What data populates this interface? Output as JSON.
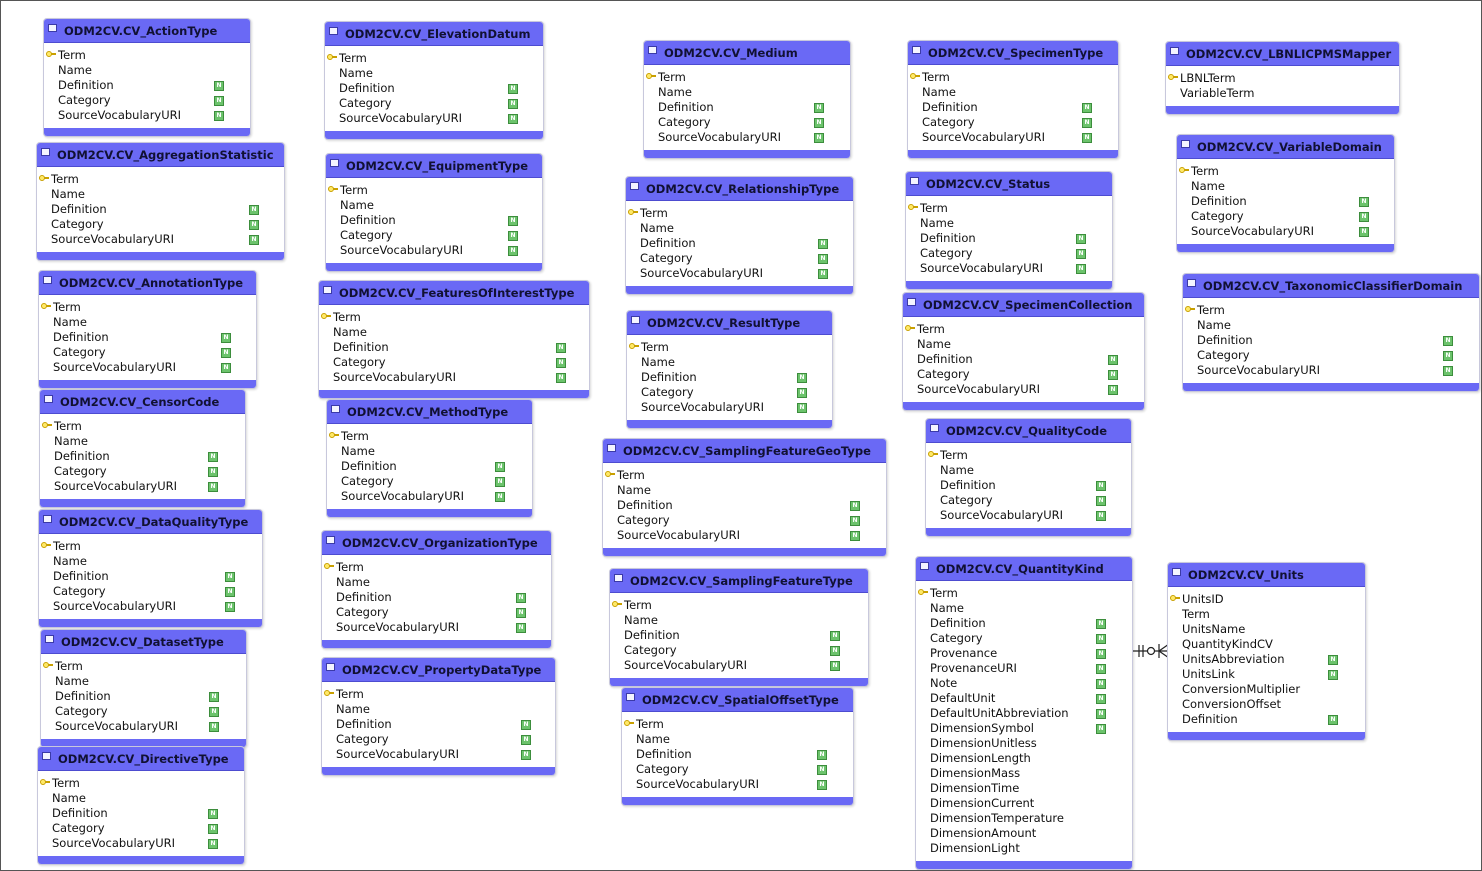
{
  "null_flag": "N",
  "tables": [
    {
      "name": "ODM2CV.CV_ActionType",
      "columns": [
        "Term",
        "Name",
        "Definition",
        "Category",
        "SourceVocabularyURI"
      ],
      "nullable": [
        false,
        false,
        true,
        true,
        true
      ]
    },
    {
      "name": "ODM2CV.CV_AggregationStatistic",
      "columns": [
        "Term",
        "Name",
        "Definition",
        "Category",
        "SourceVocabularyURI"
      ],
      "nullable": [
        false,
        false,
        true,
        true,
        true
      ]
    },
    {
      "name": "ODM2CV.CV_AnnotationType",
      "columns": [
        "Term",
        "Name",
        "Definition",
        "Category",
        "SourceVocabularyURI"
      ],
      "nullable": [
        false,
        false,
        true,
        true,
        true
      ]
    },
    {
      "name": "ODM2CV.CV_CensorCode",
      "columns": [
        "Term",
        "Name",
        "Definition",
        "Category",
        "SourceVocabularyURI"
      ],
      "nullable": [
        false,
        false,
        true,
        true,
        true
      ]
    },
    {
      "name": "ODM2CV.CV_DataQualityType",
      "columns": [
        "Term",
        "Name",
        "Definition",
        "Category",
        "SourceVocabularyURI"
      ],
      "nullable": [
        false,
        false,
        true,
        true,
        true
      ]
    },
    {
      "name": "ODM2CV.CV_DatasetType",
      "columns": [
        "Term",
        "Name",
        "Definition",
        "Category",
        "SourceVocabularyURI"
      ],
      "nullable": [
        false,
        false,
        true,
        true,
        true
      ]
    },
    {
      "name": "ODM2CV.CV_DirectiveType",
      "columns": [
        "Term",
        "Name",
        "Definition",
        "Category",
        "SourceVocabularyURI"
      ],
      "nullable": [
        false,
        false,
        true,
        true,
        true
      ]
    },
    {
      "name": "ODM2CV.CV_ElevationDatum",
      "columns": [
        "Term",
        "Name",
        "Definition",
        "Category",
        "SourceVocabularyURI"
      ],
      "nullable": [
        false,
        false,
        true,
        true,
        true
      ]
    },
    {
      "name": "ODM2CV.CV_EquipmentType",
      "columns": [
        "Term",
        "Name",
        "Definition",
        "Category",
        "SourceVocabularyURI"
      ],
      "nullable": [
        false,
        false,
        true,
        true,
        true
      ]
    },
    {
      "name": "ODM2CV.CV_FeaturesOfInterestType",
      "columns": [
        "Term",
        "Name",
        "Definition",
        "Category",
        "SourceVocabularyURI"
      ],
      "nullable": [
        false,
        false,
        true,
        true,
        true
      ]
    },
    {
      "name": "ODM2CV.CV_MethodType",
      "columns": [
        "Term",
        "Name",
        "Definition",
        "Category",
        "SourceVocabularyURI"
      ],
      "nullable": [
        false,
        false,
        true,
        true,
        true
      ]
    },
    {
      "name": "ODM2CV.CV_OrganizationType",
      "columns": [
        "Term",
        "Name",
        "Definition",
        "Category",
        "SourceVocabularyURI"
      ],
      "nullable": [
        false,
        false,
        true,
        true,
        true
      ]
    },
    {
      "name": "ODM2CV.CV_PropertyDataType",
      "columns": [
        "Term",
        "Name",
        "Definition",
        "Category",
        "SourceVocabularyURI"
      ],
      "nullable": [
        false,
        false,
        true,
        true,
        true
      ]
    },
    {
      "name": "ODM2CV.CV_Medium",
      "columns": [
        "Term",
        "Name",
        "Definition",
        "Category",
        "SourceVocabularyURI"
      ],
      "nullable": [
        false,
        false,
        true,
        true,
        true
      ]
    },
    {
      "name": "ODM2CV.CV_RelationshipType",
      "columns": [
        "Term",
        "Name",
        "Definition",
        "Category",
        "SourceVocabularyURI"
      ],
      "nullable": [
        false,
        false,
        true,
        true,
        true
      ]
    },
    {
      "name": "ODM2CV.CV_ResultType",
      "columns": [
        "Term",
        "Name",
        "Definition",
        "Category",
        "SourceVocabularyURI"
      ],
      "nullable": [
        false,
        false,
        true,
        true,
        true
      ]
    },
    {
      "name": "ODM2CV.CV_SamplingFeatureGeoType",
      "columns": [
        "Term",
        "Name",
        "Definition",
        "Category",
        "SourceVocabularyURI"
      ],
      "nullable": [
        false,
        false,
        true,
        true,
        true
      ]
    },
    {
      "name": "ODM2CV.CV_SamplingFeatureType",
      "columns": [
        "Term",
        "Name",
        "Definition",
        "Category",
        "SourceVocabularyURI"
      ],
      "nullable": [
        false,
        false,
        true,
        true,
        true
      ]
    },
    {
      "name": "ODM2CV.CV_SpatialOffsetType",
      "columns": [
        "Term",
        "Name",
        "Definition",
        "Category",
        "SourceVocabularyURI"
      ],
      "nullable": [
        false,
        false,
        true,
        true,
        true
      ]
    },
    {
      "name": "ODM2CV.CV_SpecimenType",
      "columns": [
        "Term",
        "Name",
        "Definition",
        "Category",
        "SourceVocabularyURI"
      ],
      "nullable": [
        false,
        false,
        true,
        true,
        true
      ]
    },
    {
      "name": "ODM2CV.CV_Status",
      "columns": [
        "Term",
        "Name",
        "Definition",
        "Category",
        "SourceVocabularyURI"
      ],
      "nullable": [
        false,
        false,
        true,
        true,
        true
      ]
    },
    {
      "name": "ODM2CV.CV_SpecimenCollection",
      "columns": [
        "Term",
        "Name",
        "Definition",
        "Category",
        "SourceVocabularyURI"
      ],
      "nullable": [
        false,
        false,
        true,
        true,
        true
      ]
    },
    {
      "name": "ODM2CV.CV_QualityCode",
      "columns": [
        "Term",
        "Name",
        "Definition",
        "Category",
        "SourceVocabularyURI"
      ],
      "nullable": [
        false,
        false,
        true,
        true,
        true
      ]
    },
    {
      "name": "ODM2CV.CV_QuantityKind",
      "columns": [
        "Term",
        "Name",
        "Definition",
        "Category",
        "Provenance",
        "ProvenanceURI",
        "Note",
        "DefaultUnit",
        "DefaultUnitAbbreviation",
        "DimensionSymbol",
        "DimensionUnitless",
        "DimensionLength",
        "DimensionMass",
        "DimensionTime",
        "DimensionCurrent",
        "DimensionTemperature",
        "DimensionAmount",
        "DimensionLight"
      ],
      "nullable": [
        false,
        false,
        true,
        true,
        true,
        true,
        true,
        true,
        true,
        true,
        false,
        false,
        false,
        false,
        false,
        false,
        false,
        false
      ]
    },
    {
      "name": "ODM2CV.CV_LBNLICPMSMapper",
      "columns": [
        "LBNLTerm",
        "VariableTerm"
      ],
      "nullable": [
        false,
        false
      ]
    },
    {
      "name": "ODM2CV.CV_VariableDomain",
      "columns": [
        "Term",
        "Name",
        "Definition",
        "Category",
        "SourceVocabularyURI"
      ],
      "nullable": [
        false,
        false,
        true,
        true,
        true
      ]
    },
    {
      "name": "ODM2CV.CV_TaxonomicClassifierDomain",
      "columns": [
        "Term",
        "Name",
        "Definition",
        "Category",
        "SourceVocabularyURI"
      ],
      "nullable": [
        false,
        false,
        true,
        true,
        true
      ]
    },
    {
      "name": "ODM2CV.CV_Units",
      "columns": [
        "UnitsID",
        "Term",
        "UnitsName",
        "QuantityKindCV",
        "UnitsAbbreviation",
        "UnitsLink",
        "ConversionMultiplier",
        "ConversionOffset",
        "Definition"
      ],
      "nullable": [
        false,
        false,
        false,
        false,
        true,
        true,
        false,
        false,
        true
      ]
    }
  ]
}
